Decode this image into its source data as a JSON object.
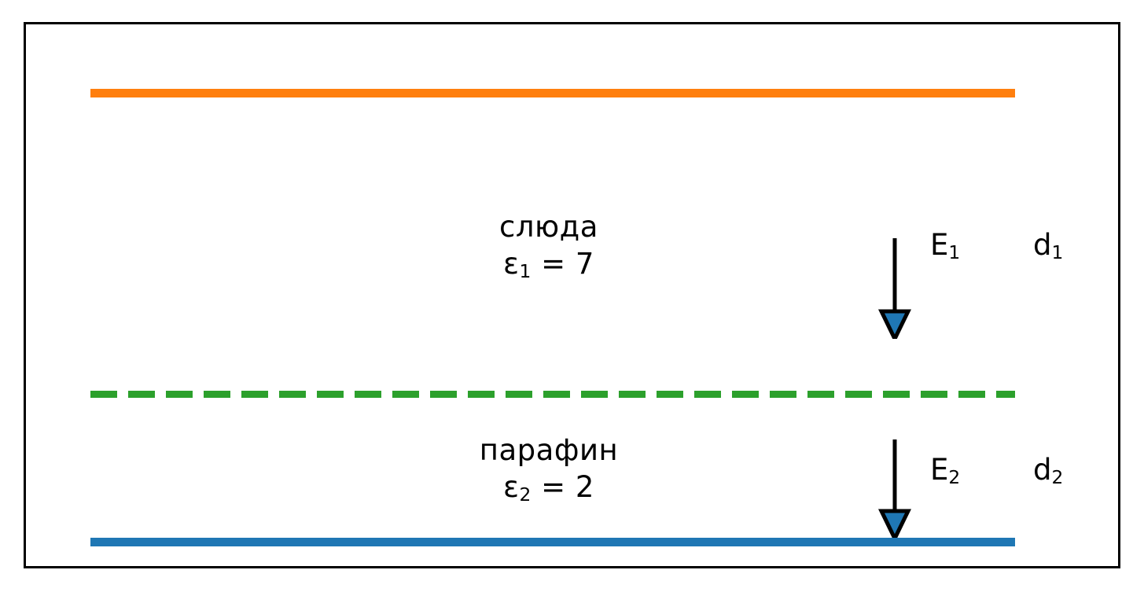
{
  "figure": {
    "background_color": "#ffffff",
    "frame_color": "#000000"
  },
  "plates": {
    "top": {
      "name": "top-plate",
      "color": "#ff7f0e"
    },
    "bottom": {
      "name": "bottom-plate",
      "color": "#1f77b4"
    }
  },
  "interface": {
    "name": "dielectric-interface",
    "color": "#2ca02c",
    "style": "dashed"
  },
  "layers": [
    {
      "name": "слюда",
      "permittivity": "ε1 = 7",
      "permittivity_symbol": "ε",
      "permittivity_index": "1",
      "permittivity_value": "7",
      "field_label": "E",
      "field_index": "1",
      "thickness_label": "d",
      "thickness_index": "1"
    },
    {
      "name": "парафин",
      "permittivity": "ε2 = 2",
      "permittivity_symbol": "ε",
      "permittivity_index": "2",
      "permittivity_value": "2",
      "field_label": "E",
      "field_index": "2",
      "thickness_label": "d",
      "thickness_index": "2"
    }
  ],
  "arrows": {
    "color_line": "#000000",
    "color_head_fill": "#1f77b4",
    "color_head_edge": "#000000",
    "direction": "down"
  }
}
